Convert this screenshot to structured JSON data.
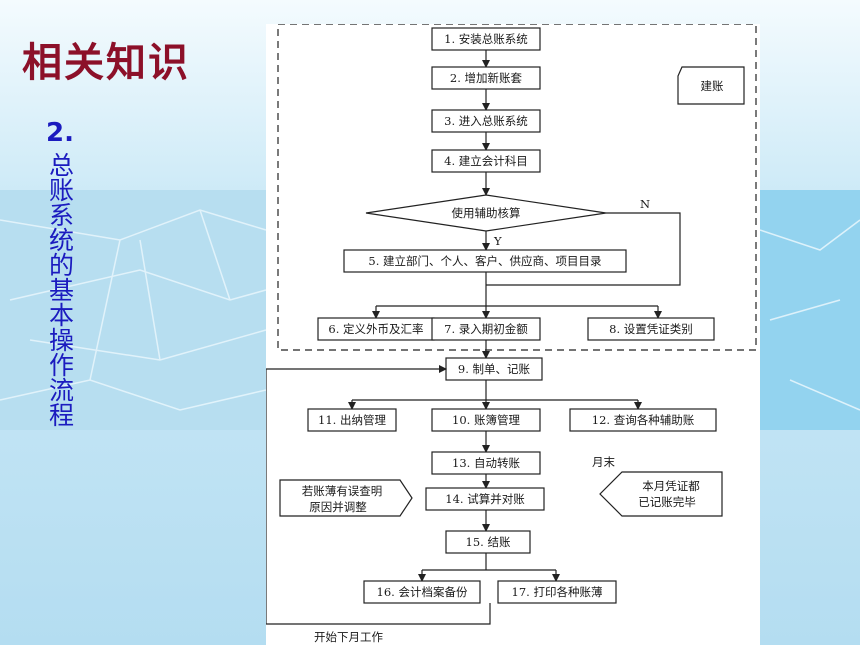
{
  "slide": {
    "title": "相关知识",
    "subtitle_number": "2.",
    "subtitle_text": "总账系统的基本操作流程"
  },
  "colors": {
    "title": "#8c1029",
    "subtitle": "#1b1bbf",
    "background": "#bfe3f4",
    "panel": "#ffffff"
  },
  "flowchart": {
    "steps": {
      "s1": "1. 安装总账系统",
      "s2": "2. 增加新账套",
      "s3": "3. 进入总账系统",
      "s4": "4. 建立会计科目",
      "decision": "使用辅助核算",
      "s5": "5. 建立部门、个人、客户、供应商、项目目录",
      "s6": "6. 定义外币及汇率",
      "s7": "7. 录入期初金额",
      "s8": "8. 设置凭证类别",
      "s9": "9. 制单、记账",
      "s11": "11. 出纳管理",
      "s10": "10. 账簿管理",
      "s12": "12. 查询各种辅助账",
      "s13": "13. 自动转账",
      "s14": "14. 试算并对账",
      "s15": "15. 结账",
      "s16": "16. 会计档案备份",
      "s17": "17. 打印各种账薄"
    },
    "labels": {
      "yes": "Y",
      "no": "N",
      "section_setup": "建账",
      "month_end": "月末",
      "note_left_1": "若账薄有误查明",
      "note_left_2": "原因并调整",
      "note_right_1": "本月凭证都",
      "note_right_2": "已记账完毕",
      "loop_back": "开始下月工作"
    }
  }
}
